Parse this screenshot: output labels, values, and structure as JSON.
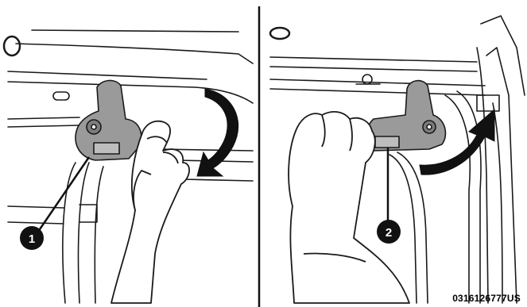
{
  "figure": {
    "callout_1": "1",
    "callout_2": "2",
    "reference_code": "0316126777US"
  },
  "colors": {
    "line": "#1a1a1a",
    "hinge": "#9a9a9a",
    "hand": "#ffffff",
    "arrow": "#111111"
  }
}
